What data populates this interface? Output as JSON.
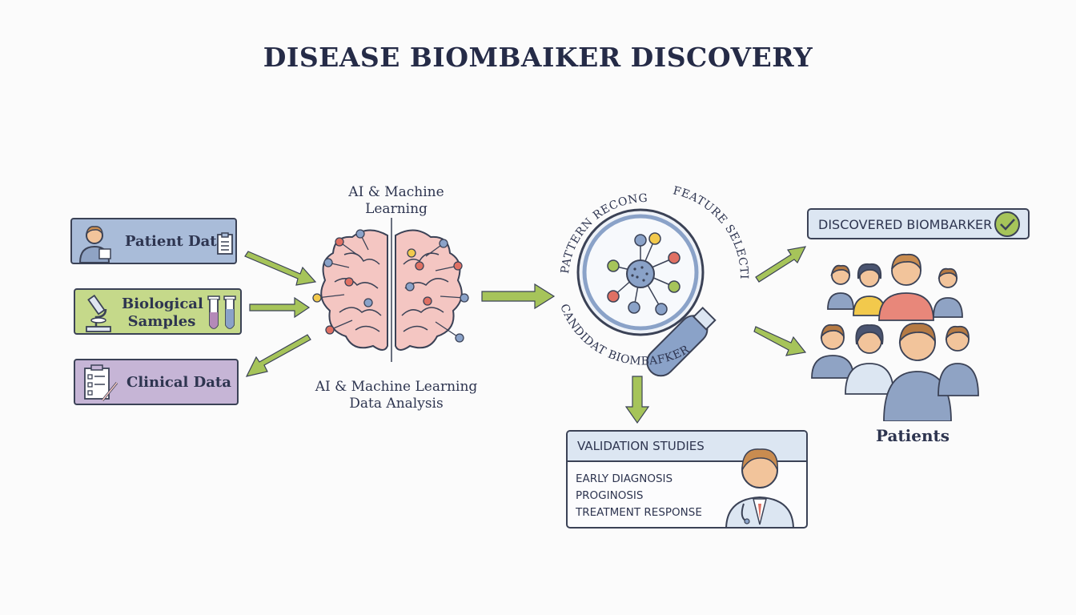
{
  "title": "DISEASE BIOMBAIKER DISCOVERY",
  "inputs": {
    "patient_data": "Patient Data",
    "biological_samples_line1": "Biological",
    "biological_samples_line2": "Samples",
    "clinical_data": "Clinical Data"
  },
  "analysis": {
    "top_label_line1": "AI & Machine",
    "top_label_line2": "Learning",
    "bottom_label_line1": "AI & Machine Learning",
    "bottom_label_line2": "Data Analysis"
  },
  "magnifier": {
    "pattern_recognition": "PATTERN RECONGITION",
    "feature_selection": "FEATURE SELECTION",
    "candidate_biomarkers": "CANDIDAT BIOMBAFKERS"
  },
  "discovered": {
    "label": "DISCOVERED BIOMBARKER"
  },
  "validation": {
    "heading": "VALIDATION STUDIES",
    "items": [
      "EARLY DIAGNOSIS",
      "PROGINOSIS",
      "TREATMENT RESPONSE"
    ]
  },
  "patients_label": "Patients",
  "colors": {
    "arrow_green": "#a6c45a",
    "patient_box": "#a9bcd9",
    "bio_box": "#c5d98a",
    "clinical_box": "#c6b5d6",
    "brain_fill": "#f4c6c2",
    "header_fill": "#dce6f2",
    "outline": "#3b4256"
  },
  "icons": [
    "person-icon",
    "clipboard-icon",
    "microscope-icon",
    "test-tube-icon",
    "checklist-icon",
    "brain-icon",
    "magnifier-icon",
    "checkmark-icon",
    "doctor-icon",
    "patients-group-icon"
  ]
}
